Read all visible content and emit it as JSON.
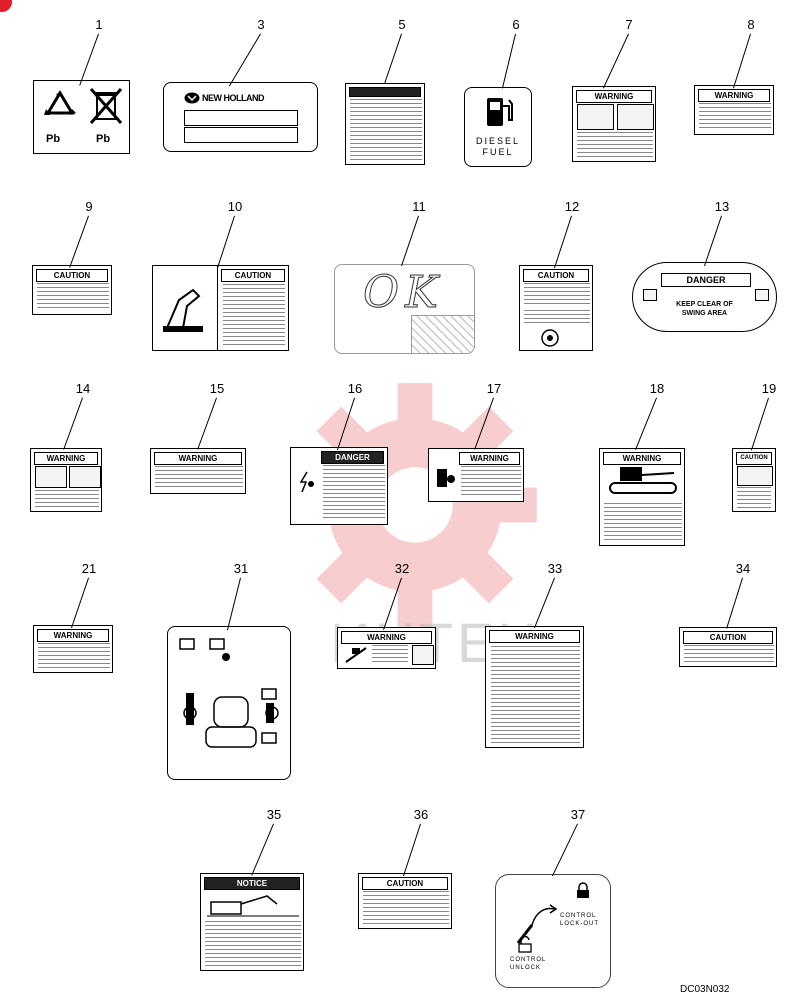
{
  "diagram_code": "DC03N032",
  "brand": "NEW HOLLAND",
  "watermark_text": "ИНТЕХ",
  "decals": [
    {
      "callout": "1",
      "labels": [
        "Pb",
        "Pb"
      ]
    },
    {
      "callout": "3",
      "labels": [
        "NEW HOLLAND"
      ]
    },
    {
      "callout": "5",
      "labels": []
    },
    {
      "callout": "6",
      "labels": [
        "DIESEL",
        "FUEL"
      ]
    },
    {
      "callout": "7",
      "labels": [
        "WARNING"
      ]
    },
    {
      "callout": "8",
      "labels": [
        "WARNING"
      ]
    },
    {
      "callout": "9",
      "labels": [
        "CAUTION"
      ]
    },
    {
      "callout": "10",
      "labels": [
        "CAUTION"
      ]
    },
    {
      "callout": "11",
      "labels": [
        "OK"
      ]
    },
    {
      "callout": "12",
      "labels": [
        "CAUTION"
      ]
    },
    {
      "callout": "13",
      "labels": [
        "DANGER",
        "KEEP CLEAR OF",
        "SWING AREA"
      ]
    },
    {
      "callout": "14",
      "labels": [
        "WARNING"
      ]
    },
    {
      "callout": "15",
      "labels": [
        "WARNING"
      ]
    },
    {
      "callout": "16",
      "labels": [
        "DANGER"
      ]
    },
    {
      "callout": "17",
      "labels": [
        "WARNING"
      ]
    },
    {
      "callout": "18",
      "labels": [
        "WARNING"
      ]
    },
    {
      "callout": "19",
      "labels": [
        "CAUTION"
      ]
    },
    {
      "callout": "21",
      "labels": [
        "WARNING"
      ]
    },
    {
      "callout": "31",
      "labels": []
    },
    {
      "callout": "32",
      "labels": [
        "WARNING"
      ]
    },
    {
      "callout": "33",
      "labels": [
        "WARNING"
      ]
    },
    {
      "callout": "34",
      "labels": [
        "CAUTION"
      ]
    },
    {
      "callout": "35",
      "labels": [
        "NOTICE"
      ]
    },
    {
      "callout": "36",
      "labels": [
        "CAUTION"
      ]
    },
    {
      "callout": "37",
      "labels": [
        "CONTROL",
        "LOCK-OUT",
        "CONTROL",
        "UNLOCK"
      ]
    }
  ],
  "icons": {
    "warning": "warning-triangle-icon",
    "recycle": "recycle-icon",
    "bin": "crossed-bin-icon",
    "fuel": "fuel-pump-icon",
    "lock": "padlock-icon"
  },
  "colors": {
    "ink": "#000000",
    "watermark": "#e0202a"
  }
}
